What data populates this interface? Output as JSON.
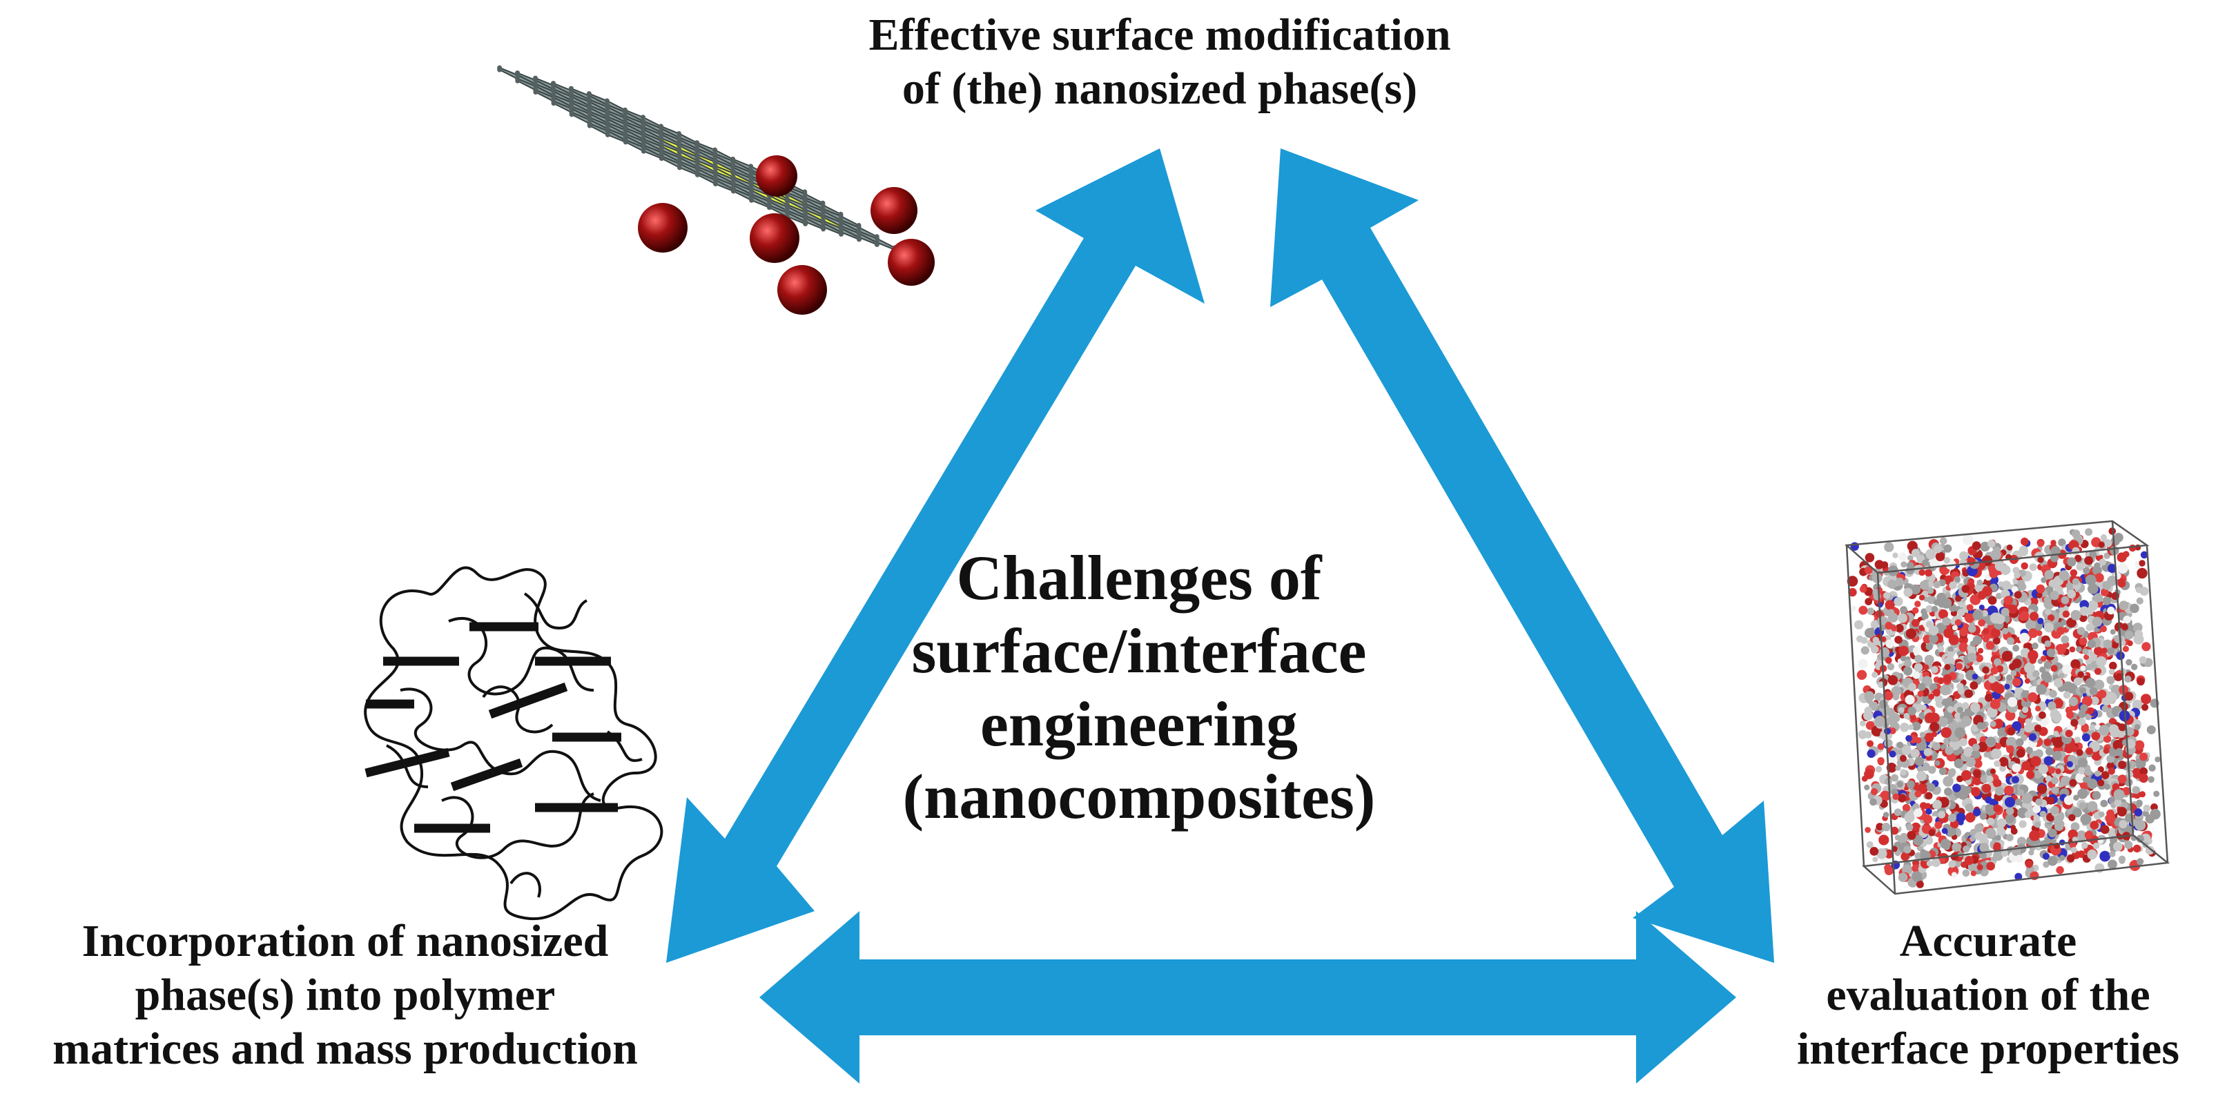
{
  "diagram": {
    "center": {
      "lines": [
        "Challenges of",
        "surface/interface",
        "engineering",
        "(nanocomposites)"
      ]
    },
    "top_node": {
      "lines": [
        "Effective surface modification",
        "of (the) nanosized phase(s)"
      ],
      "icon": "functionalized-graphene-sheet-icon"
    },
    "left_node": {
      "lines": [
        "Incorporation of nanosized",
        "phase(s) into polymer",
        "matrices and mass production"
      ],
      "icon": "polymer-nanofiller-dispersion-icon"
    },
    "right_node": {
      "lines": [
        "Accurate",
        "evaluation of the",
        "interface properties"
      ],
      "icon": "molecular-simulation-box-icon"
    },
    "arrows": [
      {
        "from": "top_node",
        "to": "left_node",
        "direction": "bidirectional"
      },
      {
        "from": "top_node",
        "to": "right_node",
        "direction": "bidirectional"
      },
      {
        "from": "left_node",
        "to": "right_node",
        "direction": "bidirectional"
      }
    ],
    "colors": {
      "arrow": "#1b9ad6",
      "graphene": "#8a9a9a",
      "graphene_highlight": "#e6f24a",
      "atom": "#8b1010",
      "text": "#111111"
    }
  }
}
